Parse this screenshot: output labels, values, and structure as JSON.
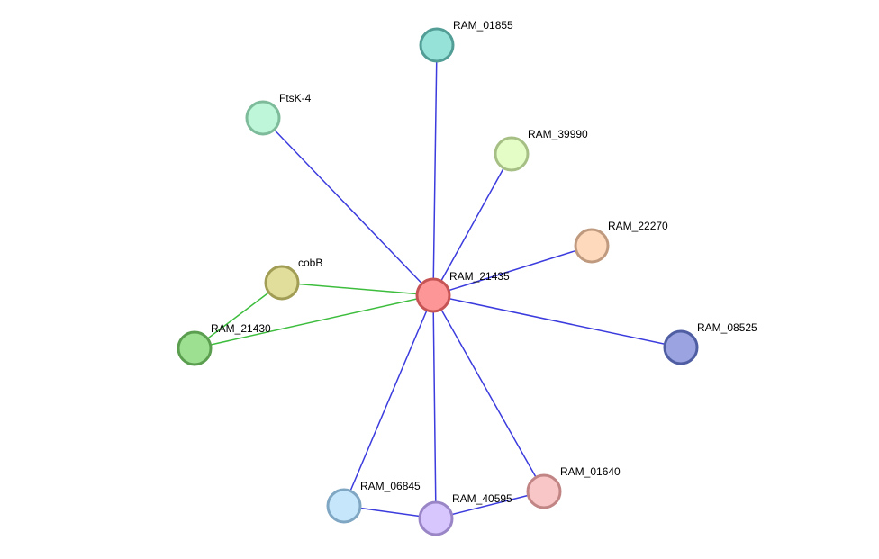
{
  "colors": {
    "edge_blue": "#3b3bde",
    "edge_green": "#3dbd3d"
  },
  "nodes": [
    {
      "id": "RAM_21435",
      "label": "RAM_21435",
      "fill": "#fd9797",
      "stroke": "#c65454"
    },
    {
      "id": "RAM_01855",
      "label": "RAM_01855",
      "fill": "#97e2d8",
      "stroke": "#529e96"
    },
    {
      "id": "FtsK-4",
      "label": "FtsK-4",
      "fill": "#bdf6d8",
      "stroke": "#7dbb9a"
    },
    {
      "id": "RAM_39990",
      "label": "RAM_39990",
      "fill": "#e4fdc6",
      "stroke": "#a6bf85"
    },
    {
      "id": "RAM_22270",
      "label": "RAM_22270",
      "fill": "#fed9bc",
      "stroke": "#c09a7e"
    },
    {
      "id": "cobB",
      "label": "cobB",
      "fill": "#e1dd9a",
      "stroke": "#a19d55"
    },
    {
      "id": "RAM_21430",
      "label": "RAM_21430",
      "fill": "#9de091",
      "stroke": "#5b9e50"
    },
    {
      "id": "RAM_08525",
      "label": "RAM_08525",
      "fill": "#9ba4e0",
      "stroke": "#4f5ea3"
    },
    {
      "id": "RAM_06845",
      "label": "RAM_06845",
      "fill": "#c6e6fb",
      "stroke": "#7fa6c2"
    },
    {
      "id": "RAM_40595",
      "label": "RAM_40595",
      "fill": "#d6c6fd",
      "stroke": "#9a86c6"
    },
    {
      "id": "RAM_01640",
      "label": "RAM_01640",
      "fill": "#f8c6c6",
      "stroke": "#c28585"
    }
  ],
  "edges": [
    {
      "source": "RAM_21435",
      "target": "RAM_01855",
      "type": "blue"
    },
    {
      "source": "RAM_21435",
      "target": "FtsK-4",
      "type": "blue"
    },
    {
      "source": "RAM_21435",
      "target": "RAM_39990",
      "type": "blue"
    },
    {
      "source": "RAM_21435",
      "target": "RAM_22270",
      "type": "blue"
    },
    {
      "source": "RAM_21435",
      "target": "RAM_08525",
      "type": "blue"
    },
    {
      "source": "RAM_21435",
      "target": "RAM_06845",
      "type": "blue"
    },
    {
      "source": "RAM_21435",
      "target": "RAM_40595",
      "type": "blue"
    },
    {
      "source": "RAM_21435",
      "target": "RAM_01640",
      "type": "blue"
    },
    {
      "source": "RAM_06845",
      "target": "RAM_40595",
      "type": "blue"
    },
    {
      "source": "RAM_40595",
      "target": "RAM_01640",
      "type": "blue"
    },
    {
      "source": "RAM_21435",
      "target": "cobB",
      "type": "green"
    },
    {
      "source": "RAM_21435",
      "target": "RAM_21430",
      "type": "green"
    },
    {
      "source": "cobB",
      "target": "RAM_21430",
      "type": "green"
    }
  ]
}
